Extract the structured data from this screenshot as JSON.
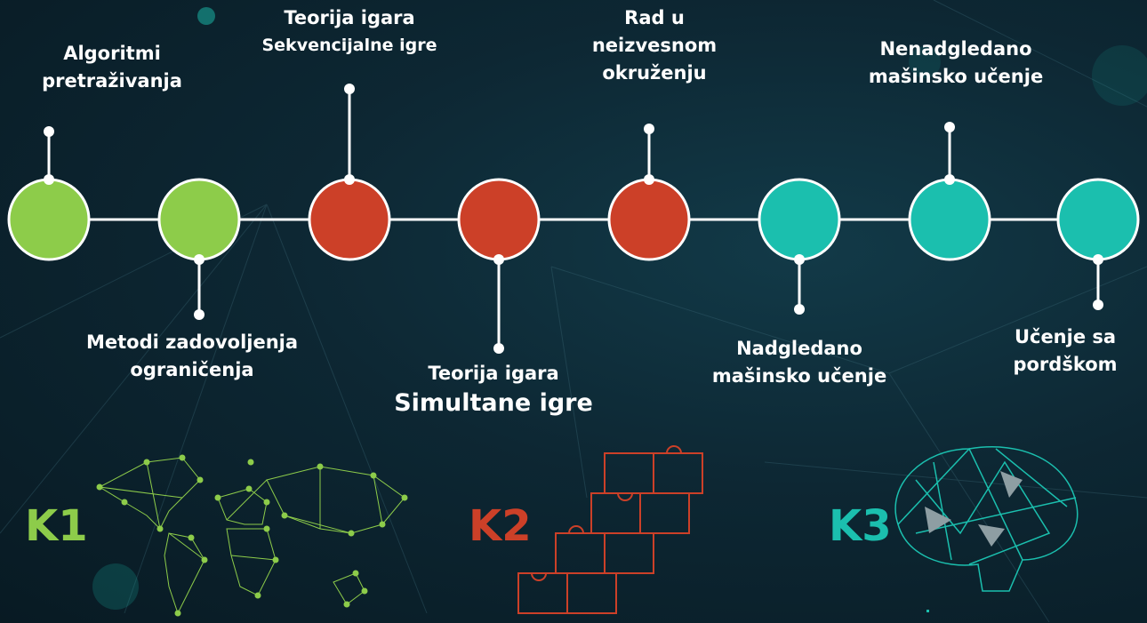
{
  "colors": {
    "k1": "#8dcc4a",
    "k2": "#cc4028",
    "k3": "#1bbfae",
    "connector": "#ffffff",
    "background": "#0d2733"
  },
  "timeline": {
    "nodes": [
      {
        "id": "n1",
        "group": "k1",
        "label_position": "top",
        "label_lines": [
          "Algoritmi",
          "pretraživanja"
        ]
      },
      {
        "id": "n2",
        "group": "k1",
        "label_position": "bottom",
        "label_lines": [
          "Metodi zadovoljenja",
          "ograničenja"
        ]
      },
      {
        "id": "n3",
        "group": "k2",
        "label_position": "top",
        "label_lines": [
          "Teorija igara",
          "Sekvencijalne igre"
        ]
      },
      {
        "id": "n4",
        "group": "k2",
        "label_position": "bottom",
        "label_lines": [
          "Teorija igara",
          "Simultane igre"
        ]
      },
      {
        "id": "n5",
        "group": "k2",
        "label_position": "top",
        "label_lines": [
          "Rad u",
          "neizvesnom",
          "okruženju"
        ]
      },
      {
        "id": "n6",
        "group": "k3",
        "label_position": "bottom",
        "label_lines": [
          "Nadgledano",
          "mašinsko učenje"
        ]
      },
      {
        "id": "n7",
        "group": "k3",
        "label_position": "top",
        "label_lines": [
          "Nenadgledano",
          "mašinsko učenje"
        ]
      },
      {
        "id": "n8",
        "group": "k3",
        "label_position": "bottom",
        "label_lines": [
          "Učenje sa",
          "pordškom"
        ]
      }
    ]
  },
  "categories": [
    {
      "id": "k1",
      "label": "K1",
      "icon": "world-map-network-icon"
    },
    {
      "id": "k2",
      "label": "K2",
      "icon": "puzzle-pieces-icon"
    },
    {
      "id": "k3",
      "label": "K3",
      "icon": "brain-network-icon"
    }
  ]
}
